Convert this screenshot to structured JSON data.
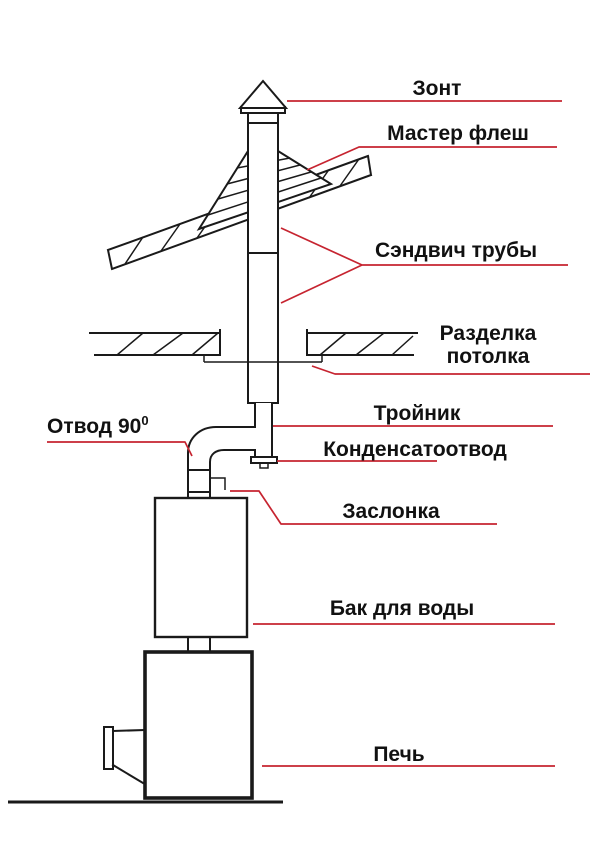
{
  "diagram": {
    "type": "technical-schematic",
    "subject": "sauna-stove-chimney-installation",
    "colors": {
      "line": "#1a1a1a",
      "leader": "#c62430",
      "background": "#ffffff",
      "text": "#111111"
    },
    "labels": {
      "zont": {
        "text": "Зонт"
      },
      "master_flash": {
        "text": "Мастер флеш"
      },
      "sandwich": {
        "text": "Сэндвич трубы"
      },
      "razdelka": {
        "line1": "Разделка",
        "line2": "потолка"
      },
      "troinik": {
        "text": "Тройник"
      },
      "kondensat": {
        "text": "Конденсатоотвод"
      },
      "otvod": {
        "text": "Отвод 90",
        "sup": "0"
      },
      "zaslonka": {
        "text": "Заслонка"
      },
      "bak": {
        "text": "Бак для воды"
      },
      "pech": {
        "text": "Печь"
      }
    }
  }
}
